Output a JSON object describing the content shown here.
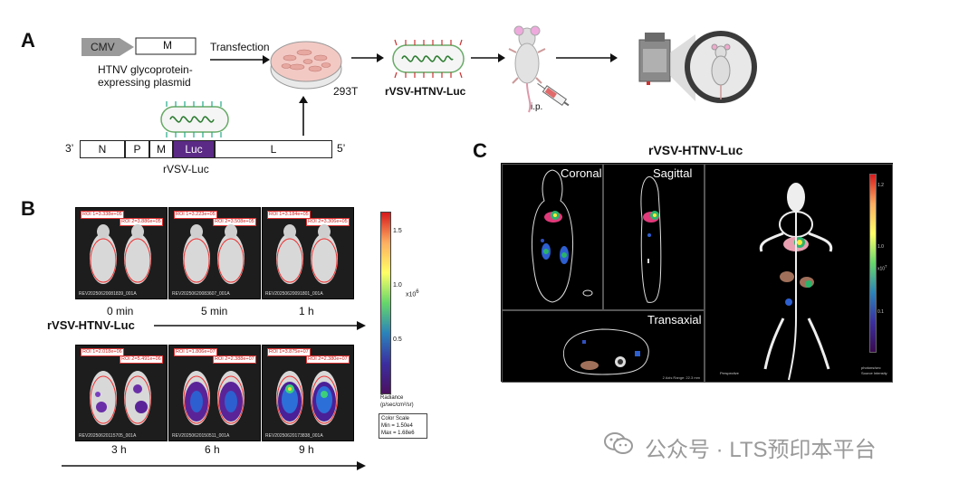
{
  "panel_a": {
    "letter": "A",
    "cmv": "CMV",
    "m_box": "M",
    "plasmid_caption_line1": "HTNV glycoprotein-",
    "plasmid_caption_line2": "expressing plasmid",
    "transfection": "Transfection",
    "cell_line": "293T",
    "virus_name": "rVSV-HTNV-Luc",
    "route": "i.p.",
    "genome_3": "3’",
    "genome_5": "5’",
    "genes": [
      "N",
      "P",
      "M",
      "Luc",
      "L"
    ],
    "genome_caption": "rVSV-Luc"
  },
  "panel_b": {
    "letter": "B",
    "virus_name": "rVSV-HTNV-Luc",
    "time_row1": [
      "0 min",
      "5 min",
      "1 h"
    ],
    "time_row2": [
      "3 h",
      "6 h",
      "9 h"
    ],
    "roi_row1": [
      [
        "ROI 1=3.338e+05",
        "ROI 2=3.886e+05"
      ],
      [
        "ROI 1=3.223e+05",
        "ROI 2=3.508e+05"
      ],
      [
        "ROI 1=3.184e+05",
        "ROI 2=3.306e+05"
      ]
    ],
    "roi_row2": [
      [
        "ROI 1=2.018e+06",
        "ROI 2=5.491e+06"
      ],
      [
        "ROI 1=1.806e+07",
        "ROI 2=2.388e+07"
      ],
      [
        "ROI 1=3.875e+07",
        "ROI 2=2.380e+07"
      ]
    ],
    "image_ids_row1": [
      "REV20250620081839_001A",
      "REV20250620083607_001A",
      "REV20250620091801_001A"
    ],
    "image_ids_row2": [
      "REV20250620115705_001A",
      "REV20250620150511_001A",
      "REV20250620173838_001A"
    ],
    "colorbar_ticks": [
      "1.5",
      "1.0",
      "0.5"
    ],
    "colorbar_exponent": "x10",
    "colorbar_exponent_power": "6",
    "radiance_label_1": "Radiance",
    "radiance_label_2": "(p/sec/cm²/sr)",
    "color_scale_title": "Color Scale",
    "color_scale_min": "Min = 1.50e4",
    "color_scale_max": "Max = 1.68e6"
  },
  "panel_c": {
    "letter": "C",
    "title": "rVSV-HTNV-Luc",
    "views": [
      "Coronal",
      "Sagittal",
      "Transaxial"
    ],
    "scale_ticks": [
      "1.2",
      "1.0",
      "0.1"
    ],
    "scale_exponent": "x10",
    "scale_exponent_power": "7",
    "scale_caption_1": "photons/sec",
    "scale_caption_2": "Source Intensity",
    "perspective_label": "Perspective",
    "transaxial_scale_note": "2 Axis Range: 22.3 mm"
  },
  "watermark": {
    "text": "公众号 · LTS预印本平台"
  },
  "colors": {
    "luc_purple": "#5b2a86",
    "cmv_gray": "#9a9a9a",
    "virus_green": "#4caf50",
    "dish_pink": "#f3c9c4"
  }
}
